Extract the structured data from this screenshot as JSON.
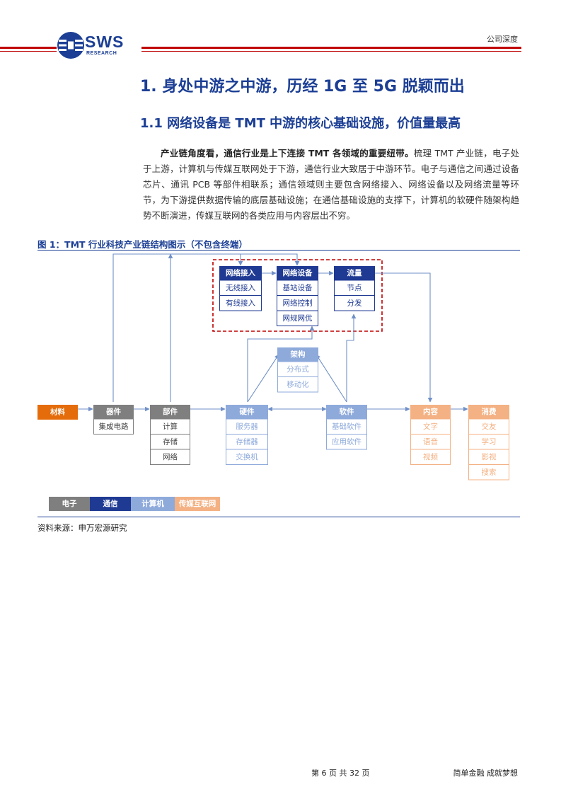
{
  "header": {
    "logo_text": "SWS",
    "logo_sub": "RESEARCH",
    "tag": "公司深度"
  },
  "heading1": "1. 身处中游之中游，历经 1G 至 5G 脱颖而出",
  "heading2": "1.1  网络设备是 TMT 中游的核心基础设施，价值量最高",
  "paragraph": {
    "lead": "产业链角度看，通信行业是上下连接 TMT 各领域的重要纽带。",
    "body": "梳理 TMT 产业链，电子处于上游，计算机与传媒互联网处于下游，通信行业大致居于中游环节。电子与通信之间通过设备芯片、通讯 PCB 等部件相联系；通信领域则主要包含网络接入、网络设备以及网络流量等环节，为下游提供数据传输的底层基础设施；在通信基础设施的支撑下，计算机的软硬件随架构趋势不断演进，传媒互联网的各类应用与内容层出不穷。"
  },
  "figure": {
    "title": "图 1：TMT 行业科技产业链结构图示（不包含终端）",
    "colors": {
      "electronics": "#7f7f7f",
      "telecom": "#1f3a93",
      "computer": "#8eaadb",
      "media": "#f4b183",
      "material": "#e46c0a",
      "dashed": "#c00000"
    },
    "nodes": {
      "material": "材料",
      "device": {
        "header": "器件",
        "items": [
          "集成电路"
        ]
      },
      "component": {
        "header": "部件",
        "items": [
          "计算",
          "存储",
          "网络"
        ]
      },
      "hardware": {
        "header": "硬件",
        "items": [
          "服务器",
          "存储器",
          "交换机"
        ]
      },
      "software": {
        "header": "软件",
        "items": [
          "基础软件",
          "应用软件"
        ]
      },
      "content": {
        "header": "内容",
        "items": [
          "文字",
          "语音",
          "视频"
        ]
      },
      "consume": {
        "header": "消费",
        "items": [
          "交友",
          "学习",
          "影视",
          "搜索"
        ]
      },
      "arch": {
        "header": "架构",
        "items": [
          "分布式",
          "移动化"
        ]
      },
      "access": {
        "header": "网络接入",
        "items": [
          "无线接入",
          "有线接入"
        ]
      },
      "equipment": {
        "header": "网络设备",
        "items": [
          "基站设备",
          "网络控制",
          "网规网优"
        ]
      },
      "traffic": {
        "header": "流量",
        "items": [
          "节点",
          "分发"
        ]
      }
    },
    "legend": [
      "电子",
      "通信",
      "计算机",
      "传媒互联网"
    ]
  },
  "source": "资料来源：申万宏源研究",
  "footer": {
    "page": "第 6 页 共 32 页",
    "slogan": "简单金融 成就梦想"
  }
}
